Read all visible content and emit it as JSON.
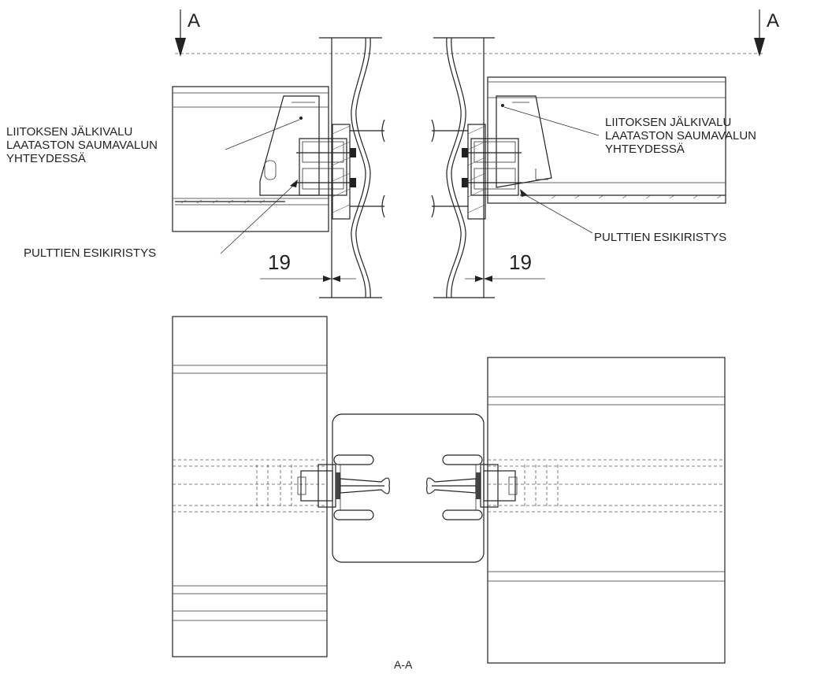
{
  "section_marks": {
    "left": "A",
    "right": "A"
  },
  "notes": {
    "left_grout": [
      "LIITOKSEN JÄLKIVALU",
      "LAATASTON SAUMAVALUN",
      "YHTEYDESSÄ"
    ],
    "right_grout": [
      "LIITOKSEN JÄLKIVALU",
      "LAATASTON SAUMAVALUN",
      "YHTEYDESSÄ"
    ],
    "left_bolts": "PULTTIEN ESIKIRISTYS",
    "right_bolts": "PULTTIEN ESIKIRISTYS"
  },
  "dimensions": {
    "left": "19",
    "right": "19"
  },
  "section_caption": "A-A",
  "colors": {
    "line": "#222222",
    "background": "#ffffff"
  }
}
